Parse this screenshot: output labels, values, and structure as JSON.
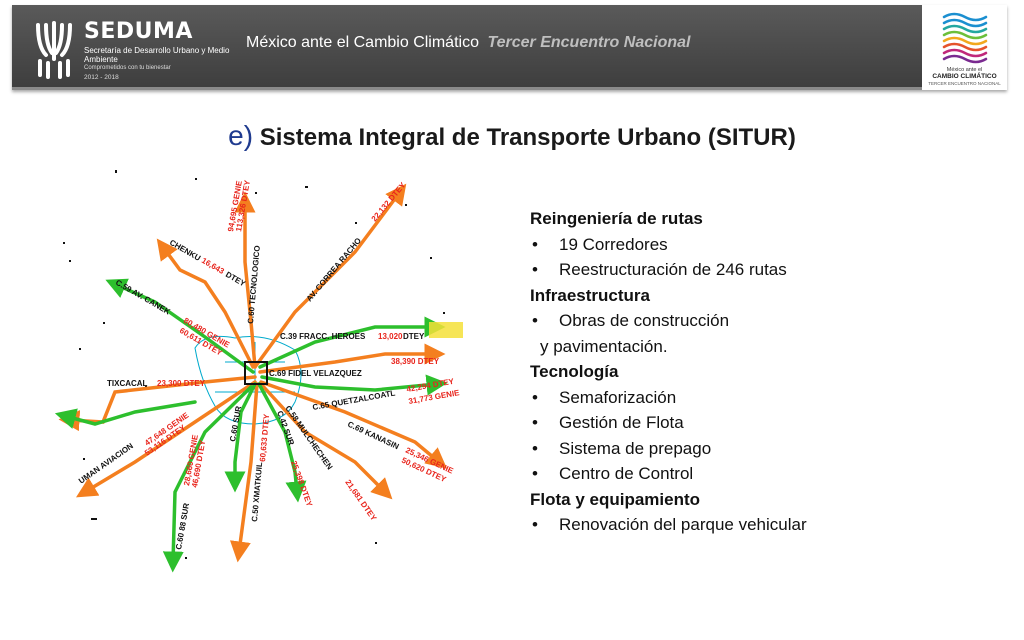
{
  "header": {
    "org_name": "SEDUMA",
    "org_subtitle": "Secretaría de Desarrollo Urbano y Medio Ambiente",
    "org_tagline": "Comprometidos con tu bienestar",
    "org_years": "2012 - 2018",
    "title_main": "México ante el Cambio Climático",
    "title_sub": "Tercer Encuentro Nacional",
    "right_logo_line1": "México ante el",
    "right_logo_line2": "CAMBIO CLIMÁTICO",
    "right_logo_line3": "TERCER ENCUENTRO NACIONAL"
  },
  "slide": {
    "title_letter": "e)",
    "title_text": "Sistema Integral de Transporte Urbano (SITUR)"
  },
  "map": {
    "route_labels": [
      "94,695 GENIE",
      "113,326 DTEY",
      "C.60 TECNOLOGICO",
      "CHENKU",
      "16,643",
      "DTEY",
      "AV. CORREA RACHO",
      "22,132 DTEY",
      "C.59 AV. CANEK",
      "80,480 GENIE",
      "60,611 DTEY",
      "C.39 FRACC. HEROES",
      "13,020",
      "DTEY",
      "C.69 FIDEL VELAZQUEZ",
      "38,390 DTEY",
      "TIXCACAL",
      "23,300 DTEY",
      "C.65 QUETZALCOATL",
      "42,294 DTEY",
      "31,773 GENIE",
      "47,648 GENIE",
      "UMAN AVIACION",
      "53,116 DTEY",
      "C.60 SUR",
      "C.69 KANASIN",
      "25,346 GENIE",
      "50,620 DTEY",
      "C.58 MULCHECHEN",
      "21,681 DTEY",
      "C.42 SUR",
      "25,398 DTEY",
      "C.50 XMATKUIL",
      "60,633 DTEY",
      "28,660 GENIE",
      "46,690 DTEY",
      "C.60 88 SUR"
    ],
    "colors": {
      "orange": "#f47f1f",
      "green": "#2dbf2d",
      "cyan": "#00aacc",
      "red_label": "#e8241c"
    }
  },
  "content": {
    "sections": [
      {
        "heading": "Reingeniería de rutas"
      },
      {
        "item": "19 Corredores"
      },
      {
        "item": "Reestructuración de 246 rutas"
      },
      {
        "heading": "Infraestructura"
      },
      {
        "item": "Obras de construcción"
      },
      {
        "cont": "y pavimentación."
      },
      {
        "heading": "Tecnología"
      },
      {
        "item": "Semaforización"
      },
      {
        "item": "Gestión de Flota"
      },
      {
        "item": "Sistema de prepago"
      },
      {
        "item": "Centro de Control"
      },
      {
        "heading": "Flota y equipamiento"
      },
      {
        "item": "Renovación del parque vehicular"
      }
    ]
  }
}
